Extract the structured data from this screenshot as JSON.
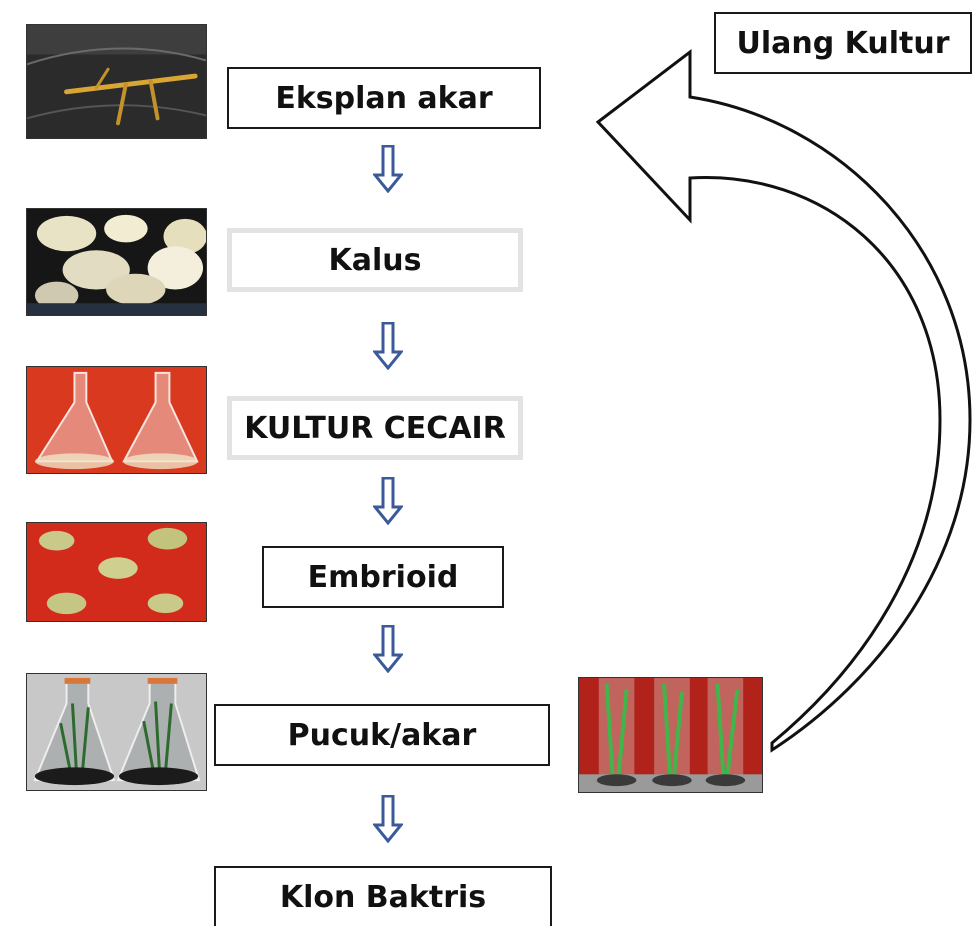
{
  "steps": {
    "explant": "Eksplan akar",
    "callus": "Kalus",
    "liquid": "KULTUR CECAIR",
    "embryoid": "Embrioid",
    "shoot_root": "Pucuk/akar",
    "clone": "Klon Baktris"
  },
  "loop_label": "Ulang Kultur",
  "colors": {
    "flow_arrow": "#3b5a9a",
    "box_border": "#1a1a1a",
    "faint_border": "#e3e3e3"
  }
}
